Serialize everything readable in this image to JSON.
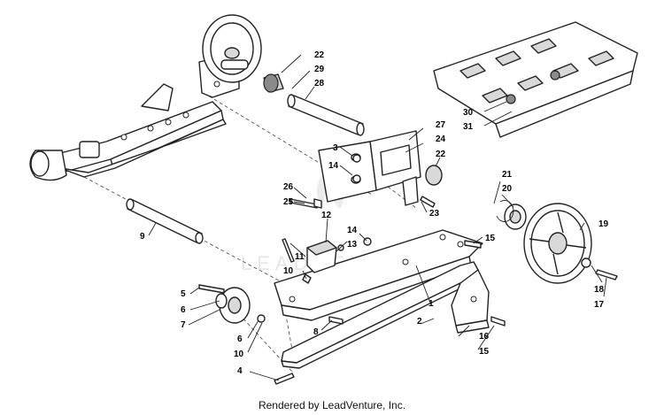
{
  "footer": {
    "credit": "Rendered by LeadVenture, Inc."
  },
  "watermark": {
    "text": "LEADVENTURES"
  },
  "callouts": [
    "1",
    "2",
    "3",
    "4",
    "5",
    "6",
    "6",
    "7",
    "8",
    "9",
    "10",
    "10",
    "11",
    "12",
    "13",
    "14",
    "14",
    "15",
    "15",
    "16",
    "17",
    "18",
    "19",
    "20",
    "21",
    "22",
    "22",
    "23",
    "24",
    "25",
    "26",
    "27",
    "28",
    "29",
    "30",
    "31"
  ]
}
